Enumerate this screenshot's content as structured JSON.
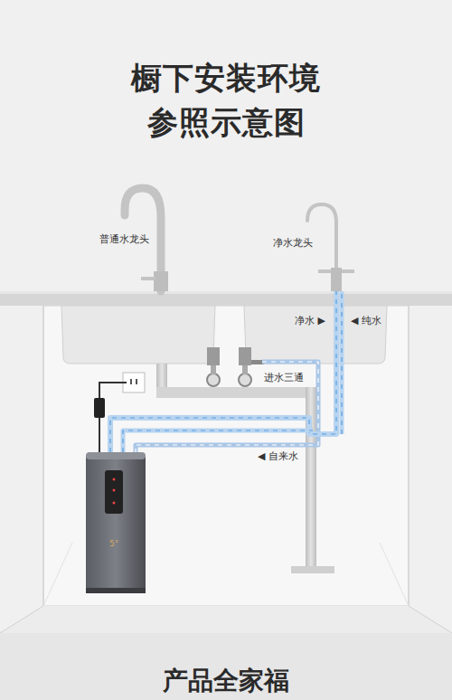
{
  "diagram": {
    "title": "橱下安装环境 参照示意图",
    "labels": [
      "普通水龙头",
      "净水龙头",
      "净水 ▶",
      "◀ 纯水",
      "进水三通",
      "◀ 自来水",
      "5°",
      "产品全家福"
    ]
  }
}
